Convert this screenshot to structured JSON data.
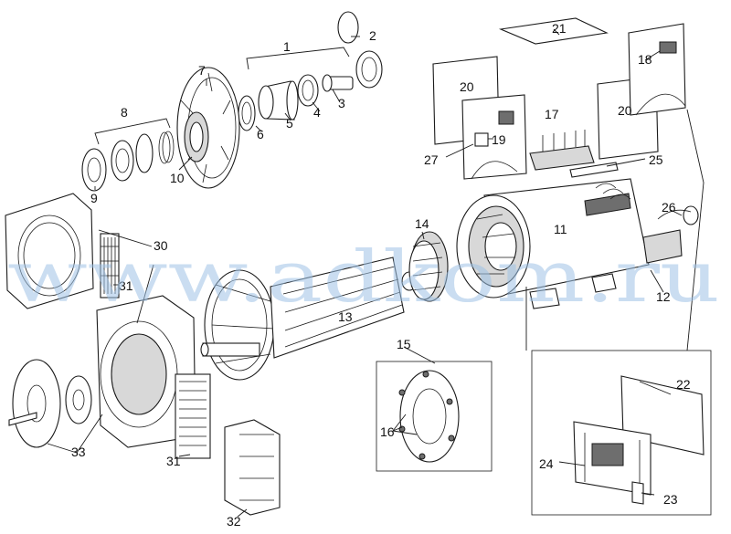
{
  "watermark": "www.adkom.ru",
  "parts": {
    "p1": "1",
    "p2": "2",
    "p3": "3",
    "p4": "4",
    "p5": "5",
    "p6": "6",
    "p7": "7",
    "p8": "8",
    "p9": "9",
    "p10": "10",
    "p11": "11",
    "p12": "12",
    "p13": "13",
    "p14": "14",
    "p15": "15",
    "p16": "16",
    "p17": "17",
    "p18": "18",
    "p19": "19",
    "p20a": "20",
    "p20b": "20",
    "p21": "21",
    "p22": "22",
    "p23": "23",
    "p24": "24",
    "p25": "25",
    "p26": "26",
    "p27": "27",
    "p30": "30",
    "p31a": "31",
    "p31b": "31",
    "p32": "32",
    "p33": "33"
  }
}
